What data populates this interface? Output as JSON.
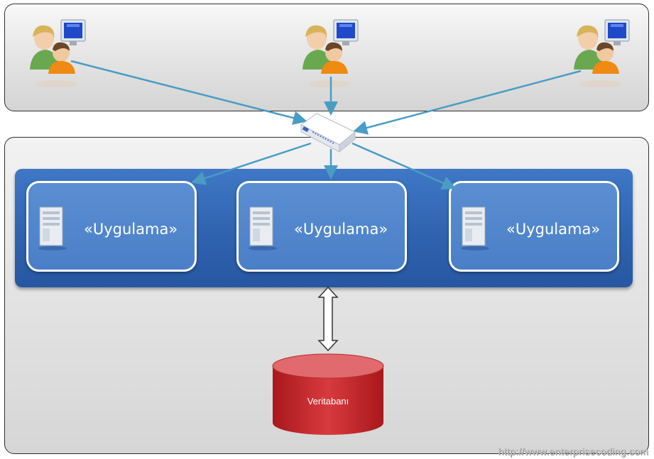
{
  "application_nodes": [
    {
      "label": "«Uygulama»"
    },
    {
      "label": "«Uygulama»"
    },
    {
      "label": "«Uygulama»"
    }
  ],
  "database": {
    "label": "Veritabanı"
  },
  "watermark": "http://www.enterprisecoding.com",
  "icons": {
    "client": "users-computer-icon",
    "server": "server-icon",
    "load_balancer": "network-switch-icon",
    "database": "database-cylinder-icon"
  },
  "colors": {
    "arrow": "#4a9cc4",
    "app_band": "#2f63b0",
    "app_box": "#4a7fc7",
    "database": "#c8282c"
  }
}
